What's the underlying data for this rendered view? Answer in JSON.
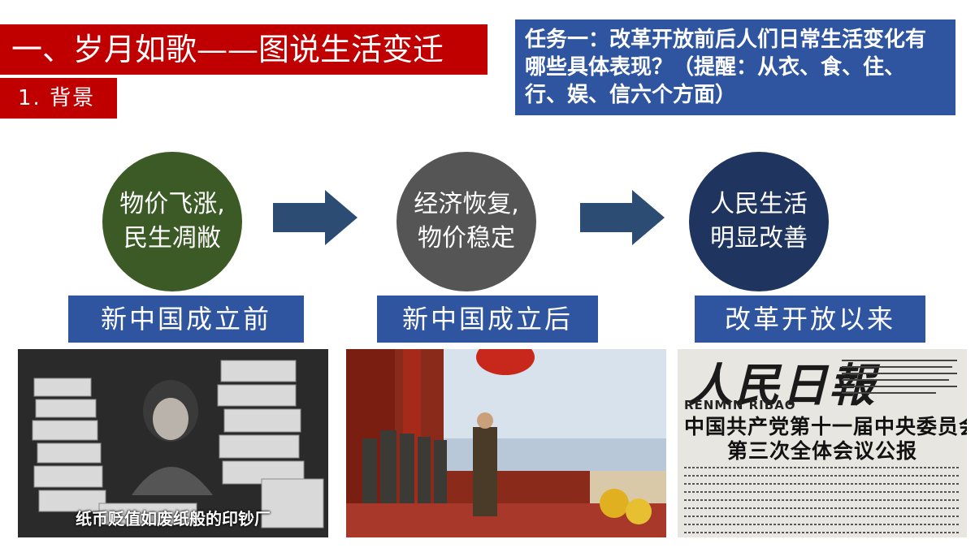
{
  "header": {
    "title": "一、岁月如歌——图说生活变迁",
    "section": "1. 背景"
  },
  "task": {
    "text": "任务一：改革开放前后人们日常生活变化有哪些具体表现？（提醒：从衣、食、住、行、娱、信六个方面）"
  },
  "stages": [
    {
      "circle_text": "物价飞涨,\n民生凋敝",
      "label": "新中国成立前",
      "color": "#3b5a25"
    },
    {
      "circle_text": "经济恢复,\n物价稳定",
      "label": "新中国成立后",
      "color": "#555555"
    },
    {
      "circle_text": "人民生活\n明显改善",
      "label": "改革开放以来",
      "color": "#1f3560"
    }
  ],
  "photos": {
    "photo1_caption": "纸币贬值如废纸般的印钞厂",
    "newspaper": {
      "masthead": "人民日報",
      "latin": "RENMIN RIBAO",
      "headline_line1": "中国共产党第十一届中央委员会",
      "headline_line2": "第三次全体会议公报"
    }
  },
  "colors": {
    "title_red": "#c00000",
    "label_blue": "#2f55a0",
    "arrow_blue": "#2c4c74"
  }
}
